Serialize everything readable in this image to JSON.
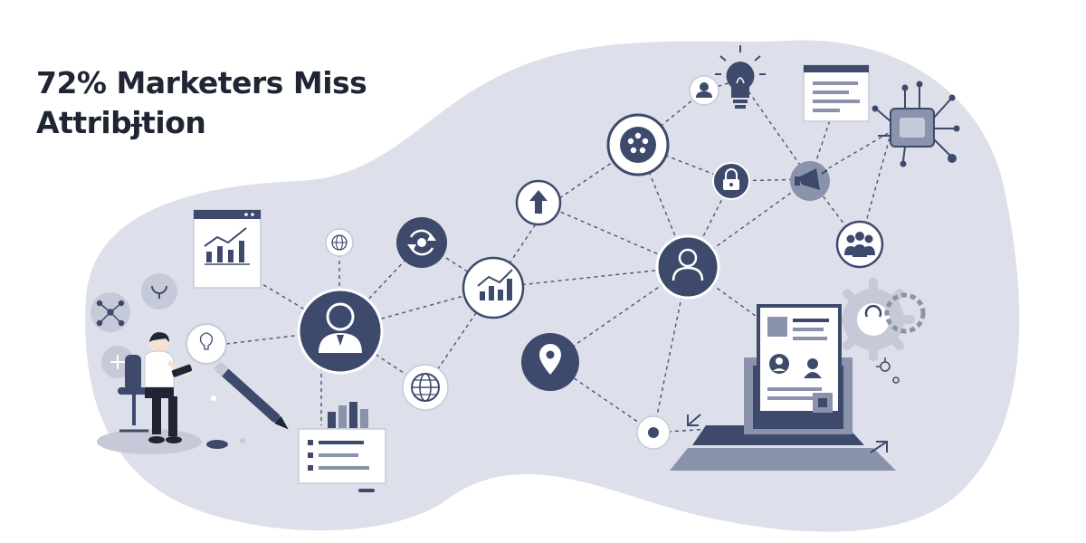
{
  "headline": {
    "line1": "72% Marketers Miss",
    "line2": "Attribɉtion"
  },
  "colors": {
    "navy": "#3d4a6b",
    "blob": "#dde0ea",
    "line": "#4a5470",
    "card": "#f4f5f8"
  },
  "icons": [
    "person-at-desk-illustration",
    "chart-document-icon",
    "globe-icon",
    "refresh-icon",
    "user-profile-icon",
    "growth-chart-icon",
    "globe-icon",
    "bar-chart-icon",
    "list-document-icon",
    "upload-icon",
    "film-reel-icon",
    "lock-icon",
    "user-icon",
    "location-pin-icon",
    "lightbulb-icon",
    "web-page-icon",
    "circuit-chip-icon",
    "megaphone-icon",
    "team-icon",
    "gear-icon",
    "laptop-icon"
  ]
}
